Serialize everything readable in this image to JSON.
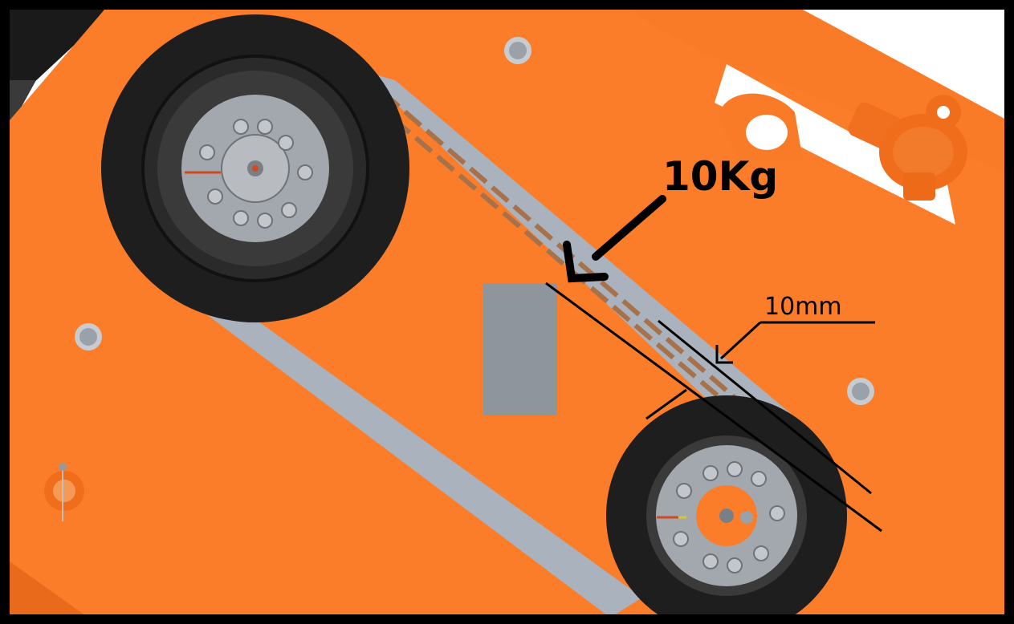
{
  "annotations": {
    "force_label": "10Kg",
    "deflection_label": "10mm"
  },
  "colors": {
    "body_orange": "#fb7d2a",
    "belt_gray": "#a9b2bd",
    "tire_black": "#1e1e1e",
    "hub_gray": "#a3a8ae",
    "belt_dashed": "#a7714a",
    "frame_black": "#000000"
  },
  "icons": {
    "force_arrow": "arrow-down-left",
    "deflection_arrow": "arrow-down-left"
  }
}
